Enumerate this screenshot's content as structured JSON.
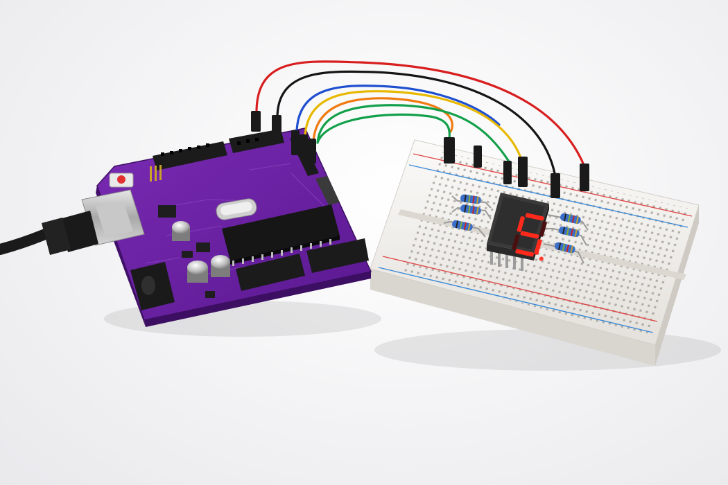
{
  "scene": {
    "subject": "microcontroller-board-with-breadboard",
    "display_digit": "5",
    "colors": {
      "board": "#6a1fa0",
      "board_dark": "#4a1473",
      "breadboard": "#f3f1ee",
      "segment_on": "#ff2a1c",
      "segment_off": "#4a1010",
      "wire_red": "#d81e1e",
      "wire_black": "#151515",
      "wire_blue": "#1f4fd0",
      "wire_yellow": "#e8b800",
      "wire_green": "#13a04a",
      "wire_orange": "#f07a12",
      "rail_red": "#e04848",
      "rail_blue": "#3a8ad8"
    },
    "wires": [
      "red",
      "black",
      "blue",
      "yellow",
      "green",
      "orange"
    ],
    "resistor_count": 6,
    "icons": [
      "usb-cable-icon",
      "reset-button-icon",
      "crystal-icon",
      "chip-icon",
      "capacitor-icon",
      "seven-segment-display-icon"
    ]
  }
}
